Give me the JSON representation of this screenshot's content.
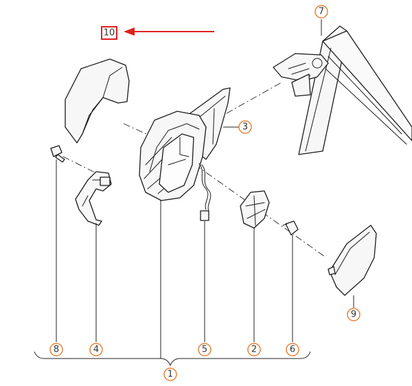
{
  "callouts": {
    "c1": "1",
    "c2": "2",
    "c3": "3",
    "c4": "4",
    "c5": "5",
    "c6": "6",
    "c7": "7",
    "c8": "8",
    "c9": "9",
    "c10": "10"
  },
  "colors": {
    "callout_ring": "#e8823a",
    "callout_text": "#333333",
    "highlight": "#e02020",
    "line_art": "#1a1a1a"
  }
}
